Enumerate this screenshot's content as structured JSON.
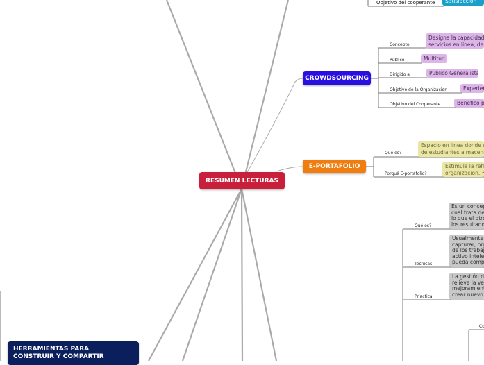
{
  "central": {
    "label": "RESUMEN LECTURAS",
    "color": "#c8203a"
  },
  "top_branch": {
    "row_label": "Objetivo del cooperante",
    "value": "Satisfaccion",
    "value_color": "#1aa0c8"
  },
  "crowdsourcing": {
    "label": "CROWDSOURCING",
    "color": "#2a10e0",
    "rows": [
      {
        "label": "Concepto",
        "value": "Designa la capacidad d\nservicios en línea, de m"
      },
      {
        "label": "Público",
        "value": "Multitud"
      },
      {
        "label": "Dirigido a",
        "value": "Publico Generalista"
      },
      {
        "label": "Objetivo de la Organizacion",
        "value": "Experien"
      },
      {
        "label": "Objetivo del Cooperante",
        "value": "Benefico pe"
      }
    ]
  },
  "eportafolio": {
    "label": "E-PORTAFOLIO",
    "color": "#f07d10",
    "rows": [
      {
        "label": "Que es?",
        "value": "Espacio en línea donde un\nde estudiantes almacenar"
      },
      {
        "label": "Porqué E-portafolio?",
        "value": "Estimula la refle\norganizacion. • A"
      }
    ]
  },
  "third_branch": {
    "rows": [
      {
        "label": "Qué es?",
        "value": "Es un concept\ncual trata de '\nlo que el otro\nlos resultados"
      },
      {
        "label": "Técnicas",
        "value": "Usualmente e\ncapturar, orga\nde los trabaja\nactivo intelec\npueda compa"
      },
      {
        "label": "Pr'actica",
        "value": "La gestión de\nrelieve la ven\nmejoramiento\ncrear nuevo c"
      },
      {
        "label": "Co"
      }
    ]
  },
  "herramientas": {
    "label": "HERRAMIENTAS PARA\nCONSTRUIR Y COMPARTIR",
    "color": "#0a1f5c"
  }
}
